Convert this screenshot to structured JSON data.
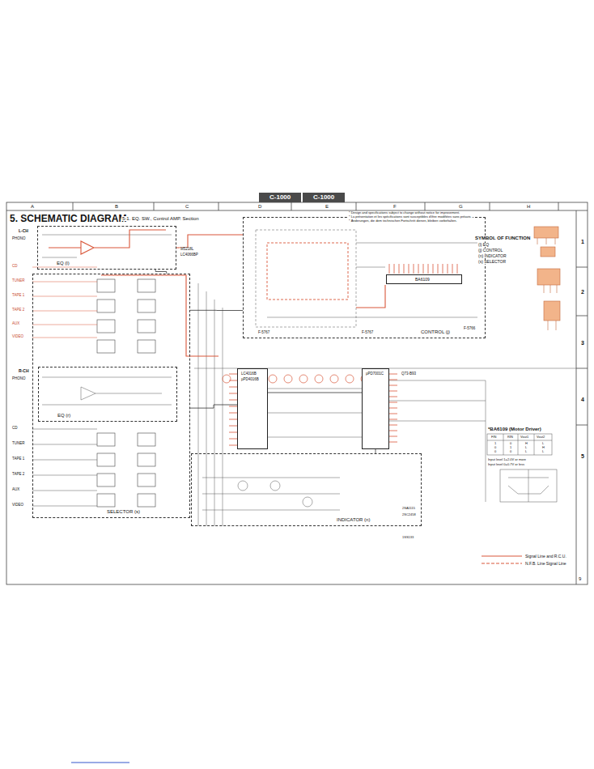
{
  "diagram": {
    "title": "5. SCHEMATIC DIAGRAM",
    "nodes": [
      {
        "text": [
          "EQ (l)"
        ]
      },
      {
        "text": [
          "SELECTOR (s)"
        ]
      },
      {
        "text": [
          "EQ (r)"
        ],
        "in": 1
      },
      {
        "text": [
          "CONTROL (j)"
        ]
      },
      {
        "text": [
          "BA6109"
        ],
        "in": 3
      },
      {
        "text": [
          "INDICATOR (n)"
        ]
      },
      {
        "text": [
          "LC4016B",
          "µPD4016B"
        ]
      },
      {
        "text": [
          "µPD7001C"
        ]
      }
    ],
    "edges": [
      {
        "from": 0,
        "to": 1,
        "arrow": "none"
      },
      {
        "from": 1,
        "to": 3,
        "arrow": "none"
      },
      {
        "from": 1,
        "to": 6,
        "arrow": "none"
      },
      {
        "from": 6,
        "to": 7,
        "arrow": "none"
      },
      {
        "from": 7,
        "to": 5,
        "arrow": "none"
      }
    ],
    "labels": [
      "C-1000",
      "C-1000",
      "A",
      "B",
      "C",
      "D",
      "E",
      "F",
      "G",
      "H",
      "1",
      "2",
      "3",
      "4",
      "5",
      "5-1. EQ. SW., Control AMP. Section",
      "* Design and specifications subject to change without notice for improvement.",
      "* La présentation et les spécifications sont susceptibles d'être modifiées sans préavis.",
      "* Änderungen, die dem technischen Fortschritt dienen, bleiben vorbehalten.",
      "L-CH",
      "PHONO",
      "CD",
      "TUNER",
      "TAPE 1",
      "TAPE 2",
      "AUX",
      "VIDEO",
      "R-CH",
      "PHONO",
      "CD",
      "TUNER",
      "TAPE 1",
      "TAPE 2",
      "AUX",
      "VIDEO",
      "M5218L",
      "LC4066BP",
      "F-5767",
      "F-5767",
      "F-5766",
      "Q73-B93",
      "2SA1115",
      "2SC2458",
      "1SS133",
      "SYMBOL OF FUNCTION",
      "(l) EQ",
      "(j) CONTROL",
      "(n) INDICATOR",
      "(s) SELECTOR",
      "*BA6109 (Motor Driver)",
      "FIN",
      "RIN",
      "Vout1",
      "Vout2",
      "1",
      "0",
      "H",
      "L",
      "0",
      "1",
      "L",
      "H",
      "0",
      "0",
      "L",
      "L",
      "Input level 1=2.0V or more",
      "Input level 0=0.7V or less",
      "9"
    ],
    "legend": [
      {
        "text": "Signal Line and R.C.U."
      },
      {
        "text": "N.F.B. Line Signal Line"
      }
    ]
  }
}
